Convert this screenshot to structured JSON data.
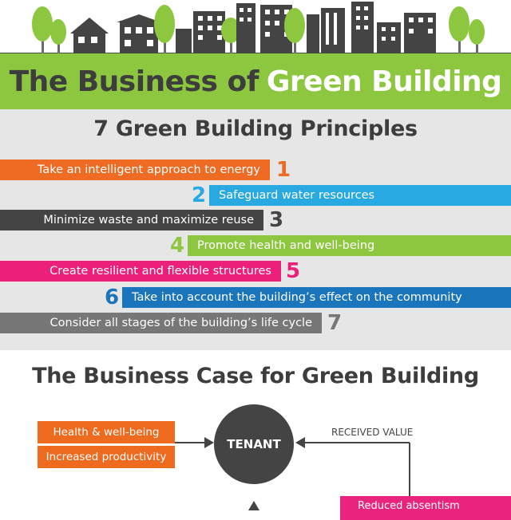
{
  "header": {
    "title_part1": "The Business of",
    "title_part2": "Green Building"
  },
  "principles": {
    "title": "7 Green Building Principles",
    "items": [
      {
        "number": "1",
        "text": "Take an intelligent approach to energy",
        "color": "#ef6a22"
      },
      {
        "number": "2",
        "text": "Safeguard water resources",
        "color": "#29a9e1"
      },
      {
        "number": "3",
        "text": "Minimize waste and maximize reuse",
        "color": "#444444"
      },
      {
        "number": "4",
        "text": "Promote health and well-being",
        "color": "#8dc63f"
      },
      {
        "number": "5",
        "text": "Create resilient and flexible structures",
        "color": "#ec1f7a"
      },
      {
        "number": "6",
        "text": "Take into account the building’s effect on the  community",
        "color": "#1a75bc"
      },
      {
        "number": "7",
        "text": "Consider all stages of the building’s life cycle",
        "color": "#777777"
      }
    ]
  },
  "business_case": {
    "title": "The Business Case for Green Building",
    "box1": "Health & well-being",
    "box2": "Increased productivity",
    "center": "TENANT",
    "received_value": "RECEIVED VALUE",
    "reduced": "Reduced absentism"
  },
  "colors": {
    "green": "#8dc63f",
    "dark": "#3d3d3d",
    "panel": "#e6e6e6",
    "orange": "#ee6a1f",
    "pink": "#e8247f"
  }
}
